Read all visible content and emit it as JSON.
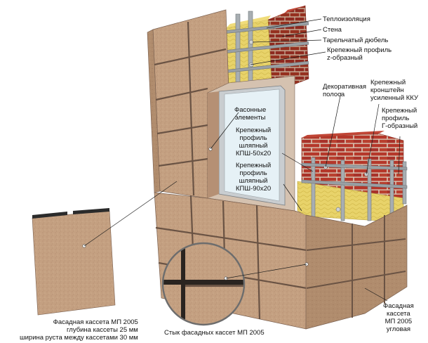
{
  "labels": {
    "insulation": "Теплоизоляция",
    "wall": "Стена",
    "dowel": "Тарельчатый дюбель",
    "z_profile": [
      "Крепежный профиль",
      "z-образный"
    ],
    "decor_strip": [
      "Декоративная",
      "полоса"
    ],
    "bracket": [
      "Крепежный",
      "кронштейн",
      "усиленный ККУ"
    ],
    "g_profile": [
      "Крепежный",
      "профиль",
      "Г-образный"
    ],
    "shaped_elements": [
      "Фасонные",
      "элементы"
    ],
    "kpsh50": [
      "Крепежный",
      "профиль",
      "шляпный",
      "КПШ-50х20"
    ],
    "kpsh90": [
      "Крепежный",
      "профиль",
      "шляпный",
      "КПШ-90х20"
    ],
    "cassette_mp2005": [
      "Фасадная кассета МП 2005",
      "глубина кассеты 25 мм",
      "ширина руста между кассетами 30 мм"
    ],
    "joint": "Стык фасадных кассет МП 2005",
    "corner_cassette": [
      "Фасадная",
      "кассета",
      "МП 2005",
      "угловая"
    ]
  },
  "colors": {
    "panel": "#c4a081",
    "panel_dark": "#a98366",
    "panel_side": "#b08c6d",
    "groove": "#6a5344",
    "brick": "#b5372a",
    "brick_dark": "#8e2a20",
    "mortar": "#d9c7b5",
    "insulation": "#e8d36a",
    "profile": "#9aa0a4",
    "window_glass": "#e6f1f6",
    "window_frame": "#c9cdd0"
  }
}
